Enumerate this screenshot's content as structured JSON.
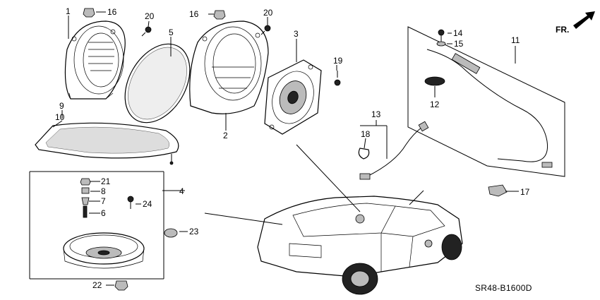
{
  "diagram_code": "SR48-B1600D",
  "direction_label": "FR.",
  "callouts": {
    "c1": "1",
    "c2": "2",
    "c3": "3",
    "c4": "4",
    "c5": "5",
    "c6": "6",
    "c7": "7",
    "c8": "8",
    "c9": "9",
    "c10": "10",
    "c11": "11",
    "c12": "12",
    "c13": "13",
    "c14": "14",
    "c15": "15",
    "c16a": "16",
    "c16b": "16",
    "c17": "17",
    "c18": "18",
    "c19": "19",
    "c20a": "20",
    "c20b": "20",
    "c21": "21",
    "c22": "22",
    "c23": "23",
    "c24": "24"
  }
}
